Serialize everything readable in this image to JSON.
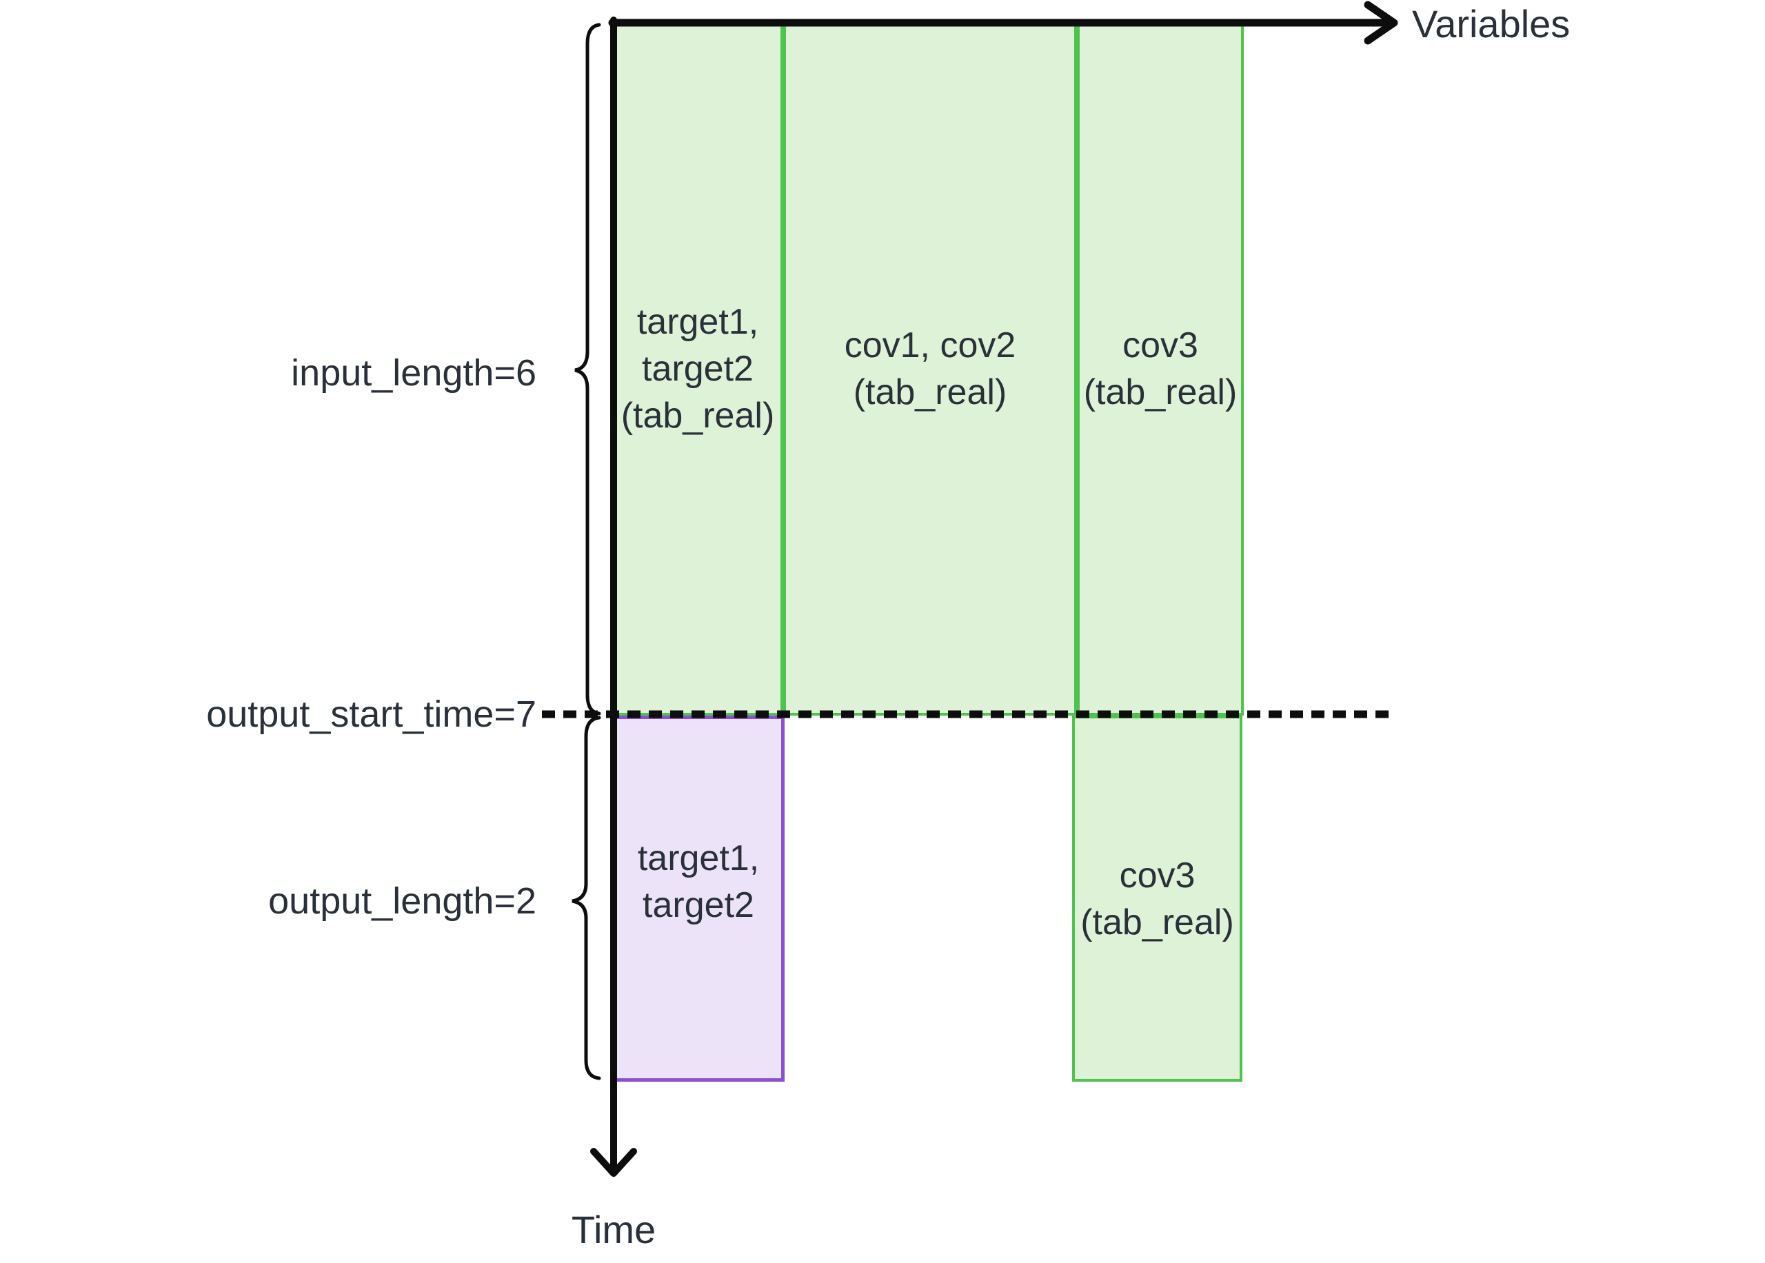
{
  "axes": {
    "x_label": "Variables",
    "y_label": "Time"
  },
  "labels": {
    "input_length": "input_length=6",
    "output_start_time": "output_start_time=7",
    "output_length": "output_length=2"
  },
  "regions": {
    "input_targets": "target1,\ntarget2\n(tab_real)",
    "input_covariates": "cov1, cov2\n(tab_real)",
    "input_cov3": "cov3\n(tab_real)",
    "output_targets": "target1,\ntarget2",
    "output_cov3": "cov3\n(tab_real)"
  },
  "colors": {
    "green_fill": "#ddf2d7",
    "green_border": "#4ec44e",
    "purple_fill": "#ece3f9",
    "purple_border": "#8a50d5",
    "ink": "#0d0d0d",
    "text": "#2a3039"
  }
}
